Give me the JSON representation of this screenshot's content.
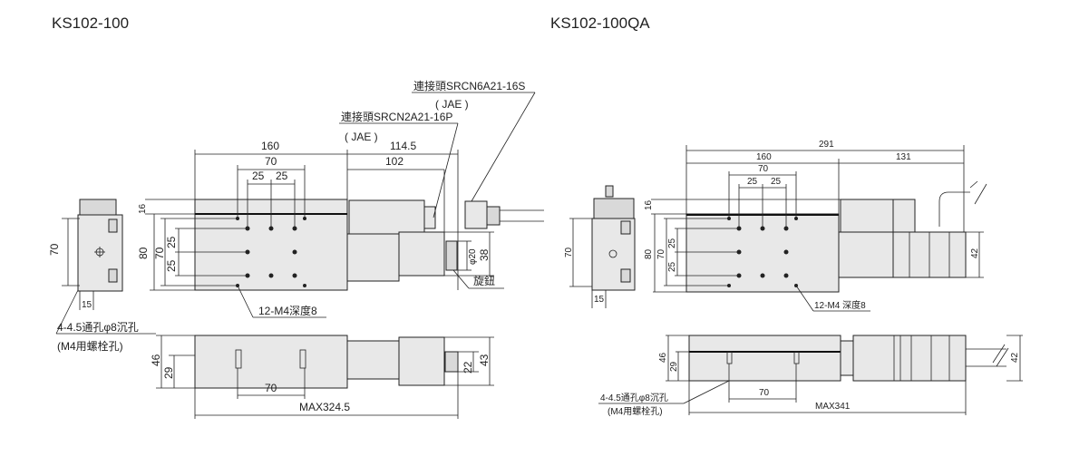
{
  "left": {
    "title": "KS102-100",
    "dims": {
      "d160": "160",
      "d70": "70",
      "d25a": "25",
      "d25b": "25",
      "d114": "114.5",
      "d102": "102",
      "d16": "16",
      "d80": "80",
      "d70v": "70",
      "d25v1": "25",
      "d25v2": "25",
      "end70": "70",
      "end15": "15",
      "phi20": "φ20",
      "d38": "38",
      "d46": "46",
      "d29": "29",
      "d22": "22",
      "d43": "43",
      "bot70": "70",
      "max": "MAX324.5"
    },
    "labels": {
      "conn2": "連接頭SRCN2A21-16P",
      "jae2": "( JAE )",
      "conn6": "連接頭SRCN6A21-16S",
      "jae6": "( JAE )",
      "knob": "旋鈕",
      "holes": "12-M4深度8",
      "through": "4-4.5通孔φ8沉孔",
      "bolt": "(M4用螺栓孔)"
    }
  },
  "right": {
    "title": "KS102-100QA",
    "dims": {
      "d291": "291",
      "d160": "160",
      "d131": "131",
      "d70": "70",
      "d25a": "25",
      "d25b": "25",
      "d16": "16",
      "d80": "80",
      "d70v": "70",
      "d25v1": "25",
      "d25v2": "25",
      "end70": "70",
      "end15": "15",
      "d42": "42",
      "d46": "46",
      "d29": "29",
      "d42b": "42",
      "bot70": "70",
      "max": "MAX341"
    },
    "labels": {
      "holes": "12-M4 深度8",
      "through": "4-4.5通孔φ8沉孔",
      "bolt": "(M4用螺栓孔)"
    }
  }
}
